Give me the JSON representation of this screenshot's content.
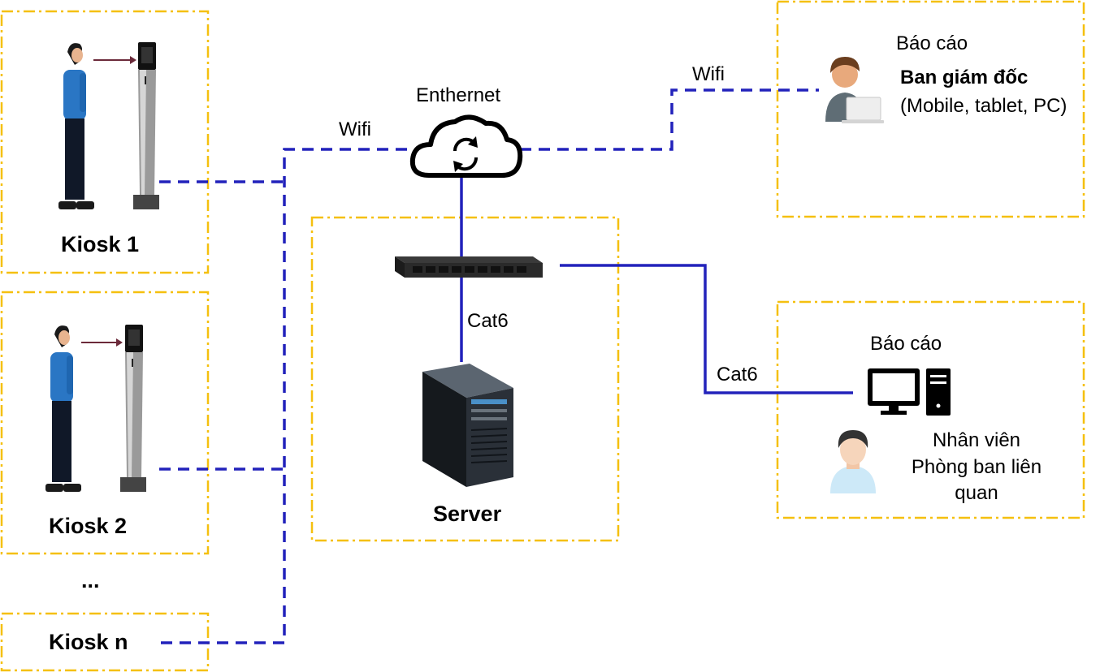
{
  "kiosks": {
    "k1": "Kiosk 1",
    "k2": "Kiosk 2",
    "ellipsis": "...",
    "kn": "Kiosk n"
  },
  "network": {
    "cloud_label": "Enthernet",
    "wifi_left": "Wifi",
    "wifi_right": "Wifi",
    "cat6_server": "Cat6",
    "cat6_staff": "Cat6"
  },
  "server": {
    "label": "Server"
  },
  "director": {
    "report": "Báo cáo",
    "title": "Ban giám đốc",
    "devices": "(Mobile, tablet, PC)"
  },
  "staff": {
    "report": "Báo cáo",
    "line1": "Nhân viên",
    "line2": "Phòng ban liên",
    "line3": "quan"
  },
  "colors": {
    "group_border": "#f5c00f",
    "link": "#2222bb",
    "arrow": "#6b2a3a"
  }
}
